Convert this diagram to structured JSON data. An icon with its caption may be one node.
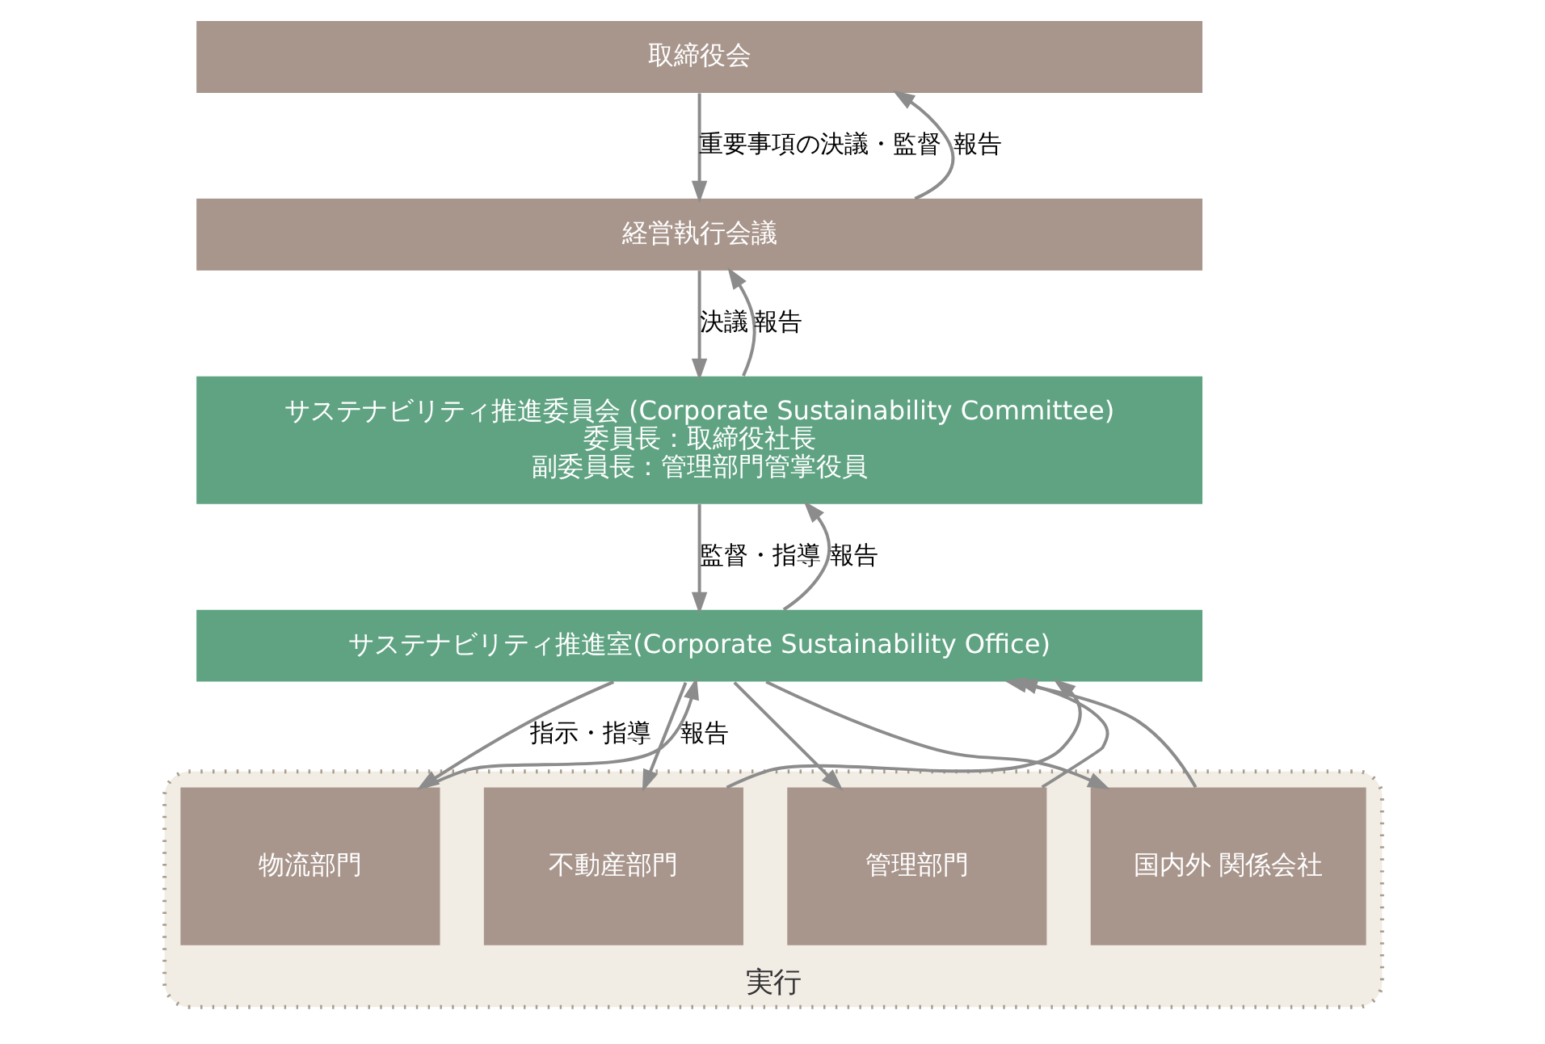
{
  "diagram": {
    "nodes": [
      {
        "text": [
          "取締役会"
        ]
      },
      {
        "text": [
          "経営執行会議"
        ]
      },
      {
        "text": [
          "サステナビリティ推進委員会 (Corporate Sustainability Committee)",
          "委員長：取締役社長",
          "副委員長：管理部門管掌役員"
        ]
      },
      {
        "text": [
          "サステナビリティ推進室(Corporate Sustainability Office)"
        ]
      },
      {
        "text": [
          "実行"
        ]
      },
      {
        "text": [
          "物流部門"
        ],
        "in": 4
      },
      {
        "text": [
          "不動産部門"
        ],
        "in": 4
      },
      {
        "text": [
          "管理部門"
        ],
        "in": 4
      },
      {
        "text": [
          "国内外 関係会社"
        ],
        "in": 4
      }
    ],
    "edges": [
      {
        "from": 0,
        "to": 1,
        "arrow": "to",
        "label": "重要事項の決議・監督"
      },
      {
        "from": 1,
        "to": 0,
        "arrow": "to",
        "label": "報告"
      },
      {
        "from": 1,
        "to": 2,
        "arrow": "to",
        "label": "決議"
      },
      {
        "from": 2,
        "to": 1,
        "arrow": "to",
        "label": "報告"
      },
      {
        "from": 2,
        "to": 3,
        "arrow": "to",
        "label": "監督・指導"
      },
      {
        "from": 3,
        "to": 2,
        "arrow": "to",
        "label": "報告"
      },
      {
        "from": 3,
        "to": 5,
        "arrow": "to",
        "label": "指示・指導"
      },
      {
        "from": 3,
        "to": 6,
        "arrow": "to"
      },
      {
        "from": 3,
        "to": 7,
        "arrow": "to"
      },
      {
        "from": 3,
        "to": 8,
        "arrow": "to"
      },
      {
        "from": 5,
        "to": 3,
        "arrow": "to",
        "label": "報告"
      },
      {
        "from": 6,
        "to": 3,
        "arrow": "to"
      },
      {
        "from": 7,
        "to": 3,
        "arrow": "to"
      },
      {
        "from": 8,
        "to": 3,
        "arrow": "to"
      }
    ]
  }
}
